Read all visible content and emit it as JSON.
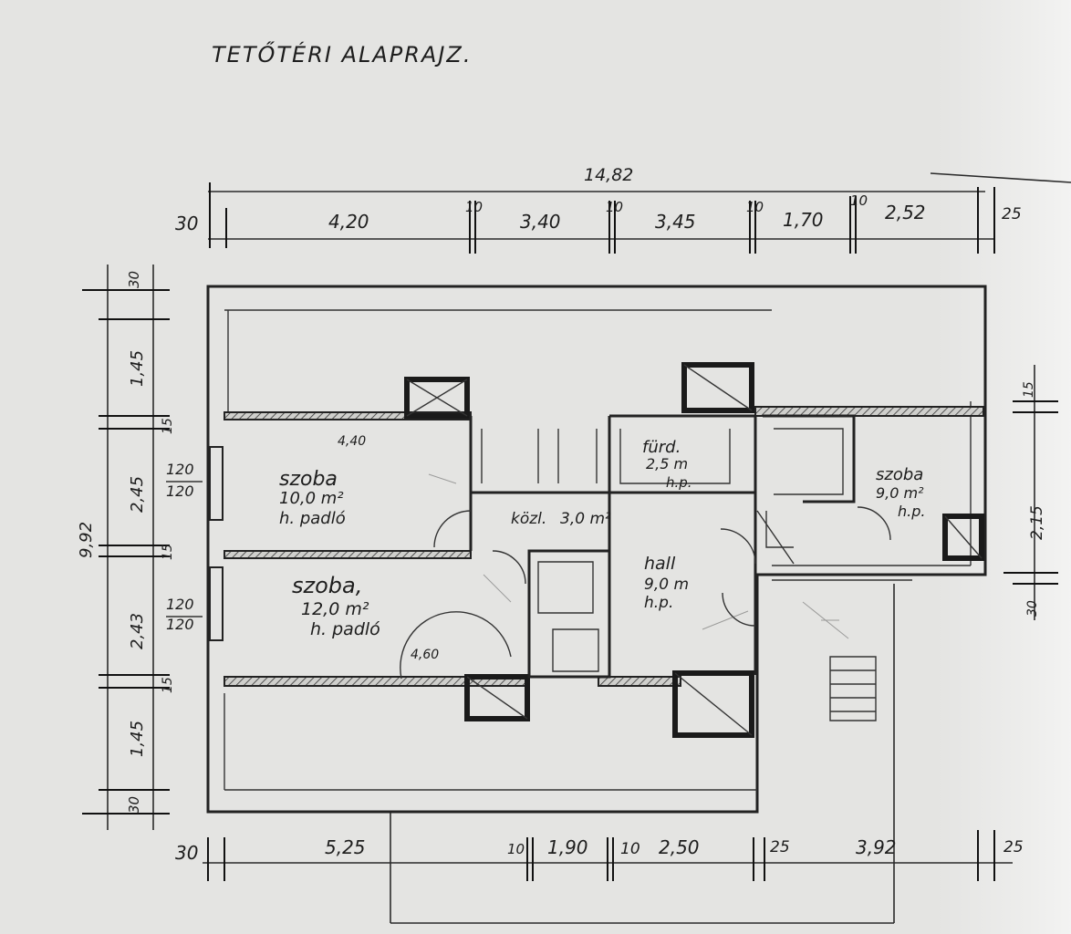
{
  "title": "TETŐTÉRI ALAPRAJZ.",
  "dimensions": {
    "top_total": "14,82",
    "top": [
      "30",
      "4,20",
      "10",
      "3,40",
      "10",
      "3,45",
      "10",
      "1,70",
      "10",
      "2,52",
      "25"
    ],
    "bottom": [
      "30",
      "5,25",
      "10",
      "1,90",
      "10",
      "2,50",
      "25",
      "3,92",
      "25"
    ],
    "left_total": "9,92",
    "left": [
      "30",
      "1,45",
      "15",
      "2,45",
      "15",
      "2,43",
      "15",
      "1,45",
      "30"
    ],
    "right": [
      "15",
      "2,15",
      "30"
    ],
    "door_sizes": [
      "120",
      "120",
      "120",
      "120"
    ],
    "wall_lengths": [
      "4,40",
      "4,60"
    ]
  },
  "rooms": [
    {
      "id": "szoba1",
      "name": "szoba",
      "area": "10,0 m²",
      "floor": "h. padló"
    },
    {
      "id": "szoba2",
      "name": "szoba,",
      "area": "12,0 m²",
      "floor": "h. padló"
    },
    {
      "id": "szoba3",
      "name": "szoba",
      "area": "9,0 m²",
      "floor": "h.p."
    },
    {
      "id": "kozl",
      "name": "közl.",
      "area": "3,0 m²",
      "floor": ""
    },
    {
      "id": "hall",
      "name": "hall",
      "area": "9,0 m",
      "floor": "h.p."
    },
    {
      "id": "furdo",
      "name": "fürd.",
      "area": "2,5 m",
      "floor": "h.p."
    }
  ]
}
